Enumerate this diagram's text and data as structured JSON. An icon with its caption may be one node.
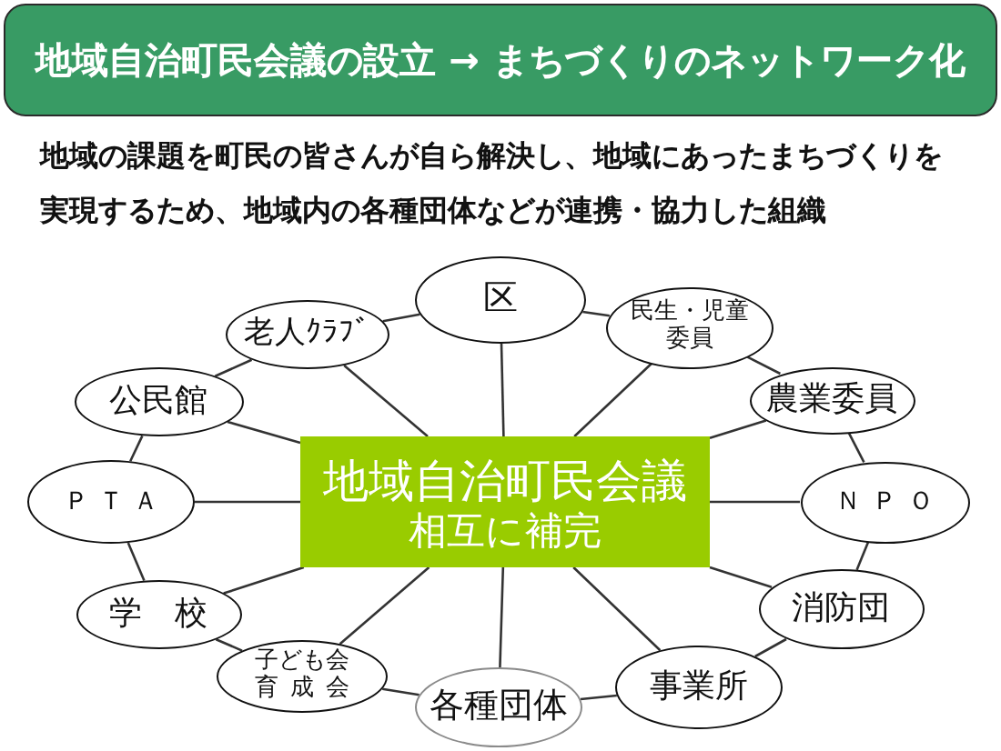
{
  "diagram": {
    "title": "地域自治町民会議の設立 → まちづくりのネットワーク化",
    "nodes": [
      {
        "text": [
          "区"
        ]
      },
      {
        "text": [
          "老人ｸﾗﾌﾞ"
        ]
      },
      {
        "text": [
          "民生・児童委員"
        ]
      },
      {
        "text": [
          "公民館"
        ]
      },
      {
        "text": [
          "農業委員"
        ]
      },
      {
        "text": [
          "地域自治町民会議",
          "相互に補完"
        ]
      },
      {
        "text": [
          "ＰＴＡ"
        ]
      },
      {
        "text": [
          "ＮＰＯ"
        ]
      },
      {
        "text": [
          "学　校"
        ]
      },
      {
        "text": [
          "消防団"
        ]
      },
      {
        "text": [
          "子ども会育成会"
        ]
      },
      {
        "text": [
          "事業所"
        ]
      },
      {
        "text": [
          "各種団体"
        ]
      }
    ],
    "edges": [
      {
        "from": 5,
        "to": 0,
        "arrow": "none"
      },
      {
        "from": 5,
        "to": 1,
        "arrow": "none"
      },
      {
        "from": 5,
        "to": 2,
        "arrow": "none"
      },
      {
        "from": 5,
        "to": 3,
        "arrow": "none"
      },
      {
        "from": 5,
        "to": 4,
        "arrow": "none"
      },
      {
        "from": 5,
        "to": 6,
        "arrow": "none"
      },
      {
        "from": 5,
        "to": 7,
        "arrow": "none"
      },
      {
        "from": 5,
        "to": 8,
        "arrow": "none"
      },
      {
        "from": 5,
        "to": 9,
        "arrow": "none"
      },
      {
        "from": 5,
        "to": 10,
        "arrow": "none"
      },
      {
        "from": 5,
        "to": 11,
        "arrow": "none"
      },
      {
        "from": 5,
        "to": 12,
        "arrow": "none"
      },
      {
        "from": 0,
        "to": 2,
        "arrow": "none"
      },
      {
        "from": 2,
        "to": 4,
        "arrow": "none"
      },
      {
        "from": 4,
        "to": 7,
        "arrow": "none"
      },
      {
        "from": 7,
        "to": 9,
        "arrow": "none"
      },
      {
        "from": 9,
        "to": 11,
        "arrow": "none"
      },
      {
        "from": 11,
        "to": 12,
        "arrow": "none"
      },
      {
        "from": 12,
        "to": 10,
        "arrow": "none"
      },
      {
        "from": 10,
        "to": 8,
        "arrow": "none"
      },
      {
        "from": 8,
        "to": 6,
        "arrow": "none"
      },
      {
        "from": 6,
        "to": 3,
        "arrow": "none"
      },
      {
        "from": 3,
        "to": 1,
        "arrow": "none"
      },
      {
        "from": 1,
        "to": 0,
        "arrow": "none"
      }
    ],
    "labels": [
      "地域の課題を町民の皆さんが自ら解決し、地域にあったまちづくりを実現するため、地域内の各種団体などが連携・協力した組織"
    ]
  }
}
